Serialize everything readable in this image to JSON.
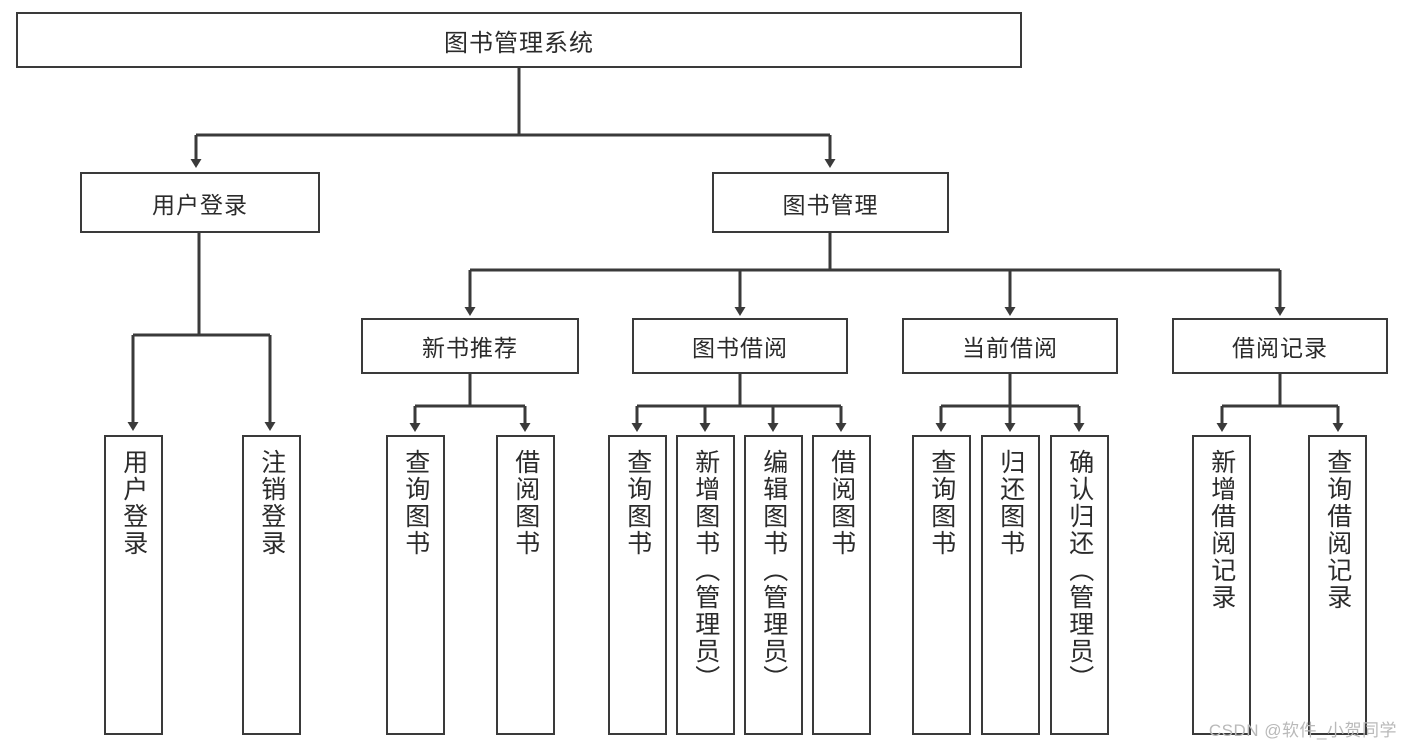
{
  "diagram": {
    "title": "图书管理系统",
    "type": "tree-hierarchy-diagram",
    "root": {
      "id": "root",
      "label": "图书管理系统"
    },
    "level1": [
      {
        "id": "user-login",
        "label": "用户登录"
      },
      {
        "id": "book-manage",
        "label": "图书管理"
      }
    ],
    "level2": [
      {
        "id": "new-book-rec",
        "label": "新书推荐",
        "parent": "book-manage"
      },
      {
        "id": "book-borrow",
        "label": "图书借阅",
        "parent": "book-manage"
      },
      {
        "id": "current-borrow",
        "label": "当前借阅",
        "parent": "book-manage"
      },
      {
        "id": "borrow-record",
        "label": "借阅记录",
        "parent": "book-manage"
      }
    ],
    "leaves": [
      {
        "id": "leaf-user-login",
        "label": "用户登录",
        "parent": "user-login"
      },
      {
        "id": "leaf-logout",
        "label": "注销登录",
        "parent": "user-login"
      },
      {
        "id": "leaf-query-book-1",
        "label": "查询图书",
        "parent": "new-book-rec"
      },
      {
        "id": "leaf-borrow-book-1",
        "label": "借阅图书",
        "parent": "new-book-rec"
      },
      {
        "id": "leaf-query-book-2",
        "label": "查询图书",
        "parent": "book-borrow"
      },
      {
        "id": "leaf-add-book",
        "label": "新增图书（管理员）",
        "parent": "book-borrow"
      },
      {
        "id": "leaf-edit-book",
        "label": "编辑图书（管理员）",
        "parent": "book-borrow"
      },
      {
        "id": "leaf-borrow-book-2",
        "label": "借阅图书",
        "parent": "book-borrow"
      },
      {
        "id": "leaf-query-book-3",
        "label": "查询图书",
        "parent": "current-borrow"
      },
      {
        "id": "leaf-return-book",
        "label": "归还图书",
        "parent": "current-borrow"
      },
      {
        "id": "leaf-confirm-return",
        "label": "确认归还（管理员）",
        "parent": "current-borrow"
      },
      {
        "id": "leaf-add-record",
        "label": "新增借阅记录",
        "parent": "borrow-record"
      },
      {
        "id": "leaf-query-record",
        "label": "查询借阅记录",
        "parent": "borrow-record"
      }
    ]
  },
  "watermark": {
    "text": "CSDN @软件_小贺同学"
  },
  "colors": {
    "stroke": "#3a3a3a",
    "text": "#2b2b2b",
    "background": "#ffffff",
    "watermark": "#b9b9b9"
  }
}
